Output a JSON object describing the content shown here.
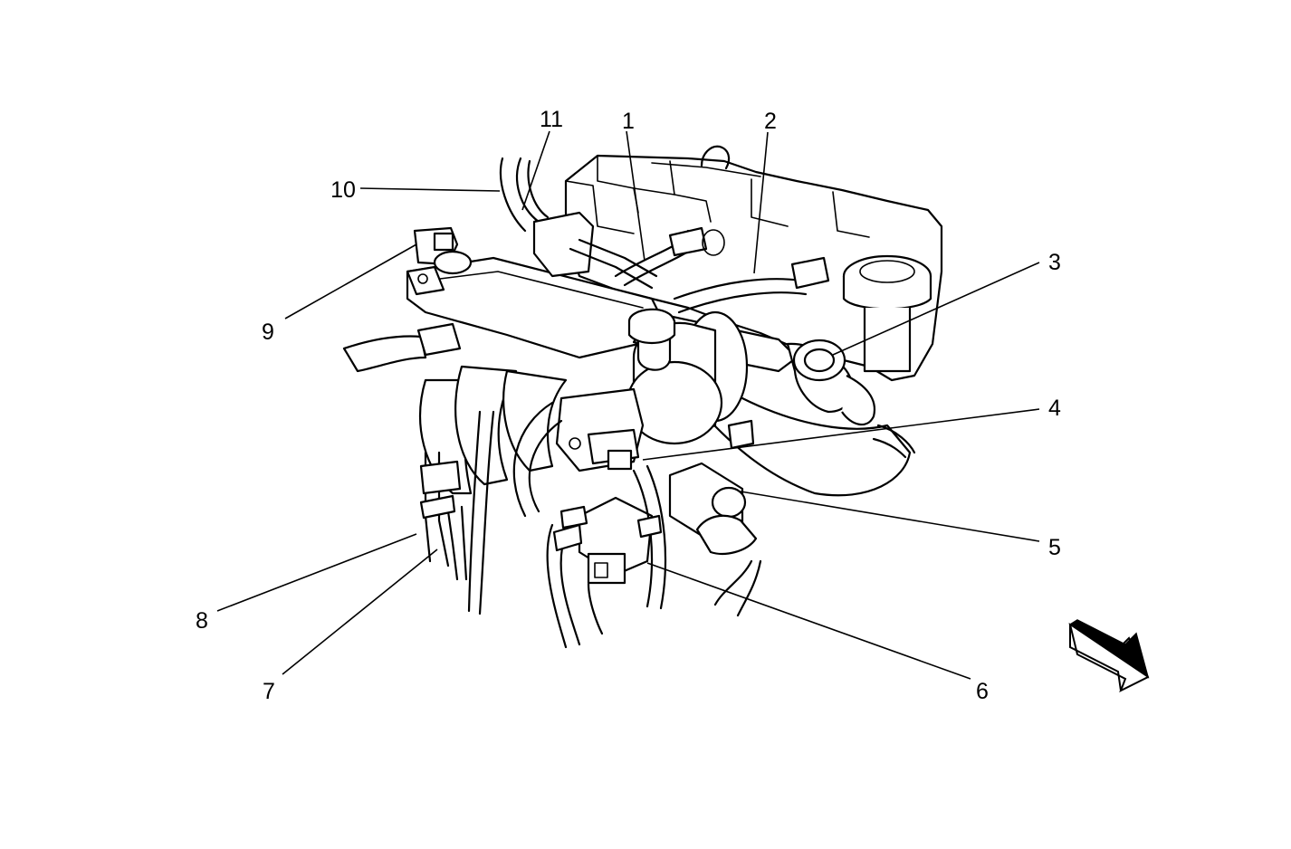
{
  "callouts": [
    {
      "id": "1",
      "label": "1"
    },
    {
      "id": "2",
      "label": "2"
    },
    {
      "id": "3",
      "label": "3"
    },
    {
      "id": "4",
      "label": "4"
    },
    {
      "id": "5",
      "label": "5"
    },
    {
      "id": "6",
      "label": "6"
    },
    {
      "id": "7",
      "label": "7"
    },
    {
      "id": "8",
      "label": "8"
    },
    {
      "id": "9",
      "label": "9"
    },
    {
      "id": "10",
      "label": "10"
    },
    {
      "id": "11",
      "label": "11"
    }
  ],
  "icons": {
    "direction_arrow": "front-direction-arrow-icon"
  },
  "colors": {
    "line": "#000000",
    "background": "#ffffff"
  }
}
